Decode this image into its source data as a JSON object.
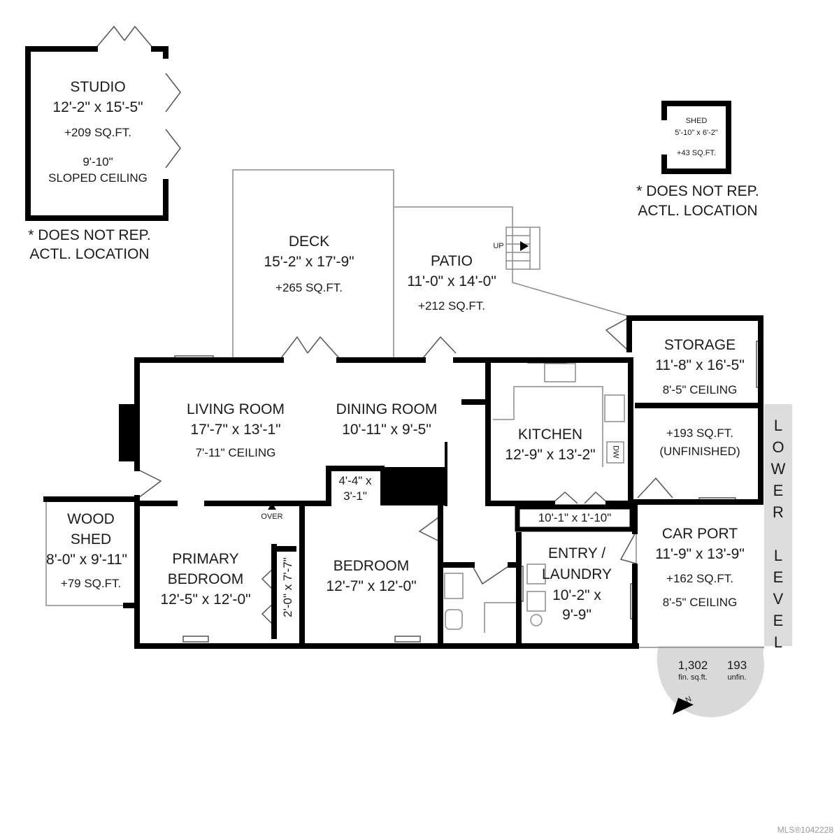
{
  "rooms": {
    "studio": {
      "name": "STUDIO",
      "dims": "12'-2\" x 15'-5\"",
      "area": "+209 SQ.FT.",
      "ceiling_height": "9'-10\"",
      "ceiling_type": "SLOPED CEILING"
    },
    "deck": {
      "name": "DECK",
      "dims": "15'-2\" x 17'-9\"",
      "area": "+265 SQ.FT."
    },
    "patio": {
      "name": "PATIO",
      "dims": "11'-0\" x 14'-0\"",
      "area": "+212 SQ.FT."
    },
    "shed": {
      "name": "SHED",
      "dims": "5'-10\" x 6'-2\"",
      "area": "+43 SQ.FT."
    },
    "storage": {
      "name": "STORAGE",
      "dims": "11'-8\" x 16'-5\"",
      "ceiling": "8'-5\" CEILING",
      "area": "+193 SQ.FT.",
      "note": "(UNFINISHED)"
    },
    "living_room": {
      "name": "LIVING ROOM",
      "dims": "17'-7\" x 13'-1\"",
      "ceiling": "7'-11\" CEILING"
    },
    "dining_room": {
      "name": "DINING ROOM",
      "dims": "10'-11\" x 9'-5\""
    },
    "kitchen": {
      "name": "KITCHEN",
      "dims": "12'-9\" x 13'-2\""
    },
    "closet_small": {
      "line1": "4'-4\" x",
      "line2": "3'-1\""
    },
    "wood_shed": {
      "name_line1": "WOOD",
      "name_line2": "SHED",
      "dims": "8'-0\" x 9'-11\"",
      "area": "+79 SQ.FT."
    },
    "primary_bedroom": {
      "name_line1": "PRIMARY",
      "name_line2": "BEDROOM",
      "dims": "12'-5\" x 12'-0\""
    },
    "closet_vertical": {
      "dims": "2'-0\" x 7'-7\""
    },
    "bedroom": {
      "name": "BEDROOM",
      "dims": "12'-7\" x 12'-0\""
    },
    "hall_closet": {
      "dims": "10'-1\" x 1'-10\""
    },
    "entry_laundry": {
      "name_line1": "ENTRY /",
      "name_line2": "LAUNDRY",
      "dims_line1": "10'-2\" x",
      "dims_line2": "9'-9\""
    },
    "car_port": {
      "name": "CAR PORT",
      "dims": "11'-9\" x 13'-9\"",
      "area": "+162 SQ.FT.",
      "ceiling": "8'-5\" CEILING"
    }
  },
  "labels": {
    "stairs_up": "UP",
    "over": "OVER",
    "dw": "DW",
    "not_rep_1_line1": "* DOES NOT REP.",
    "not_rep_1_line2": "ACTL. LOCATION",
    "not_rep_2_line1": "* DOES NOT REP.",
    "not_rep_2_line2": "ACTL. LOCATION",
    "lower_level": [
      "L",
      "O",
      "W",
      "E",
      "R",
      "",
      "L",
      "E",
      "V",
      "E",
      "L"
    ]
  },
  "summary": {
    "finished": "1,302",
    "finished_unit": "fin. sq.ft.",
    "unfinished": "193",
    "unfinished_unit": "unfin.",
    "north": "N"
  },
  "mls": "MLS®1042228",
  "colors": {
    "wall": "#000000",
    "thin": "#8c8c8c",
    "badge": "#d9d9d9",
    "lower_level_bar": "#dcdcdc"
  }
}
